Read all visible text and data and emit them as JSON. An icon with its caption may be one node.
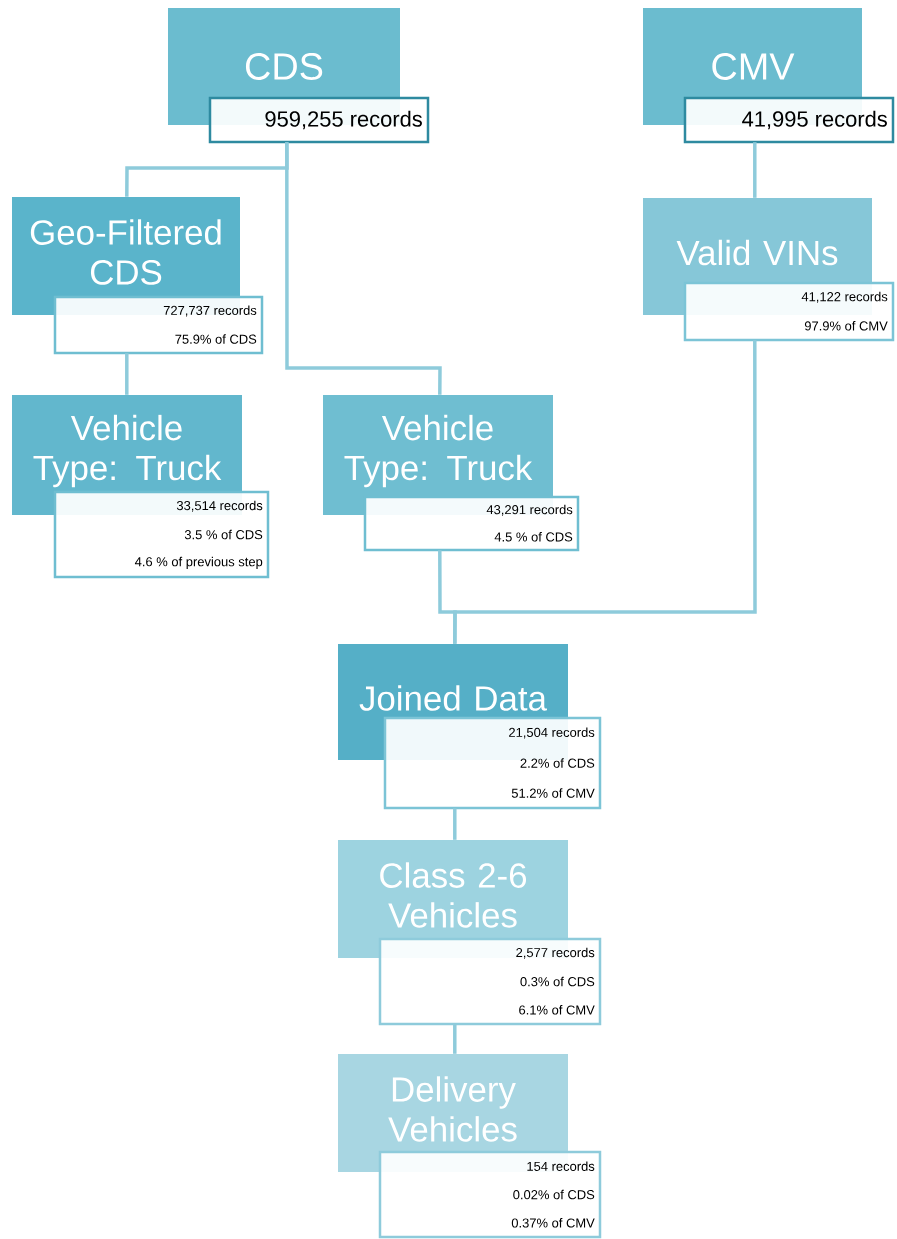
{
  "diagram": {
    "nodes": [
      {
        "text": [
          "CDS",
          "959,255 records"
        ]
      },
      {
        "text": [
          "CMV",
          "41,995 records"
        ]
      },
      {
        "text": [
          "Geo-Filtered CDS",
          "727,737 records",
          "75.9% of CDS"
        ]
      },
      {
        "text": [
          "Valid VINs",
          "41,122 records",
          "97.9% of CMV"
        ]
      },
      {
        "text": [
          "Vehicle Type: Truck",
          "33,514 records",
          "3.5 % of CDS",
          "4.6 % of previous step"
        ]
      },
      {
        "text": [
          "Vehicle Type: Truck",
          "43,291 records",
          "4.5 % of CDS"
        ]
      },
      {
        "text": [
          "Joined Data",
          "21,504 records",
          "2.2% of CDS",
          "51.2% of CMV"
        ]
      },
      {
        "text": [
          "Class 2-6 Vehicles",
          "2,577 records",
          "0.3% of CDS",
          "6.1% of CMV"
        ]
      },
      {
        "text": [
          "Delivery Vehicles",
          "154 records",
          "0.02% of CDS",
          "0.37% of CMV"
        ]
      }
    ],
    "edges": [
      {
        "from": 0,
        "to": 2,
        "arrow": "none"
      },
      {
        "from": 0,
        "to": 5,
        "arrow": "none"
      },
      {
        "from": 1,
        "to": 3,
        "arrow": "none"
      },
      {
        "from": 2,
        "to": 4,
        "arrow": "none"
      },
      {
        "from": 5,
        "to": 6,
        "arrow": "none"
      },
      {
        "from": 3,
        "to": 6,
        "arrow": "none"
      },
      {
        "from": 6,
        "to": 7,
        "arrow": "none"
      },
      {
        "from": 7,
        "to": 8,
        "arrow": "none"
      }
    ]
  }
}
